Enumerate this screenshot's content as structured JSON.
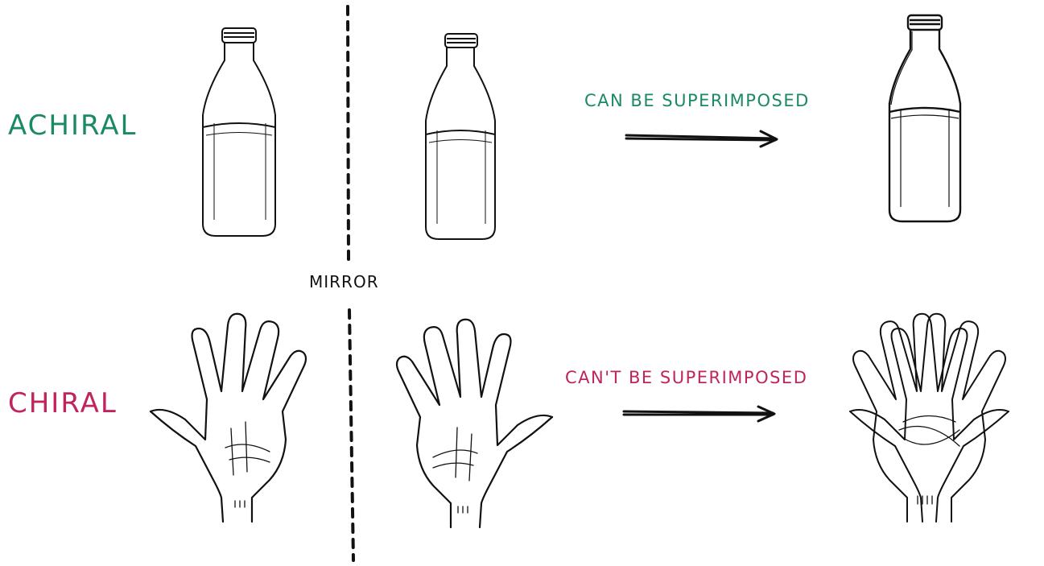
{
  "colors": {
    "achiral": "#1a8a63",
    "chiral": "#c0245e",
    "ink": "#111111"
  },
  "rows": {
    "achiral": {
      "label": "ACHIRAL",
      "caption": "CAN BE SUPERIMPOSED"
    },
    "chiral": {
      "label": "CHIRAL",
      "caption": "CAN'T BE SUPERIMPOSED"
    }
  },
  "mirror": {
    "label": "MIRROR"
  }
}
